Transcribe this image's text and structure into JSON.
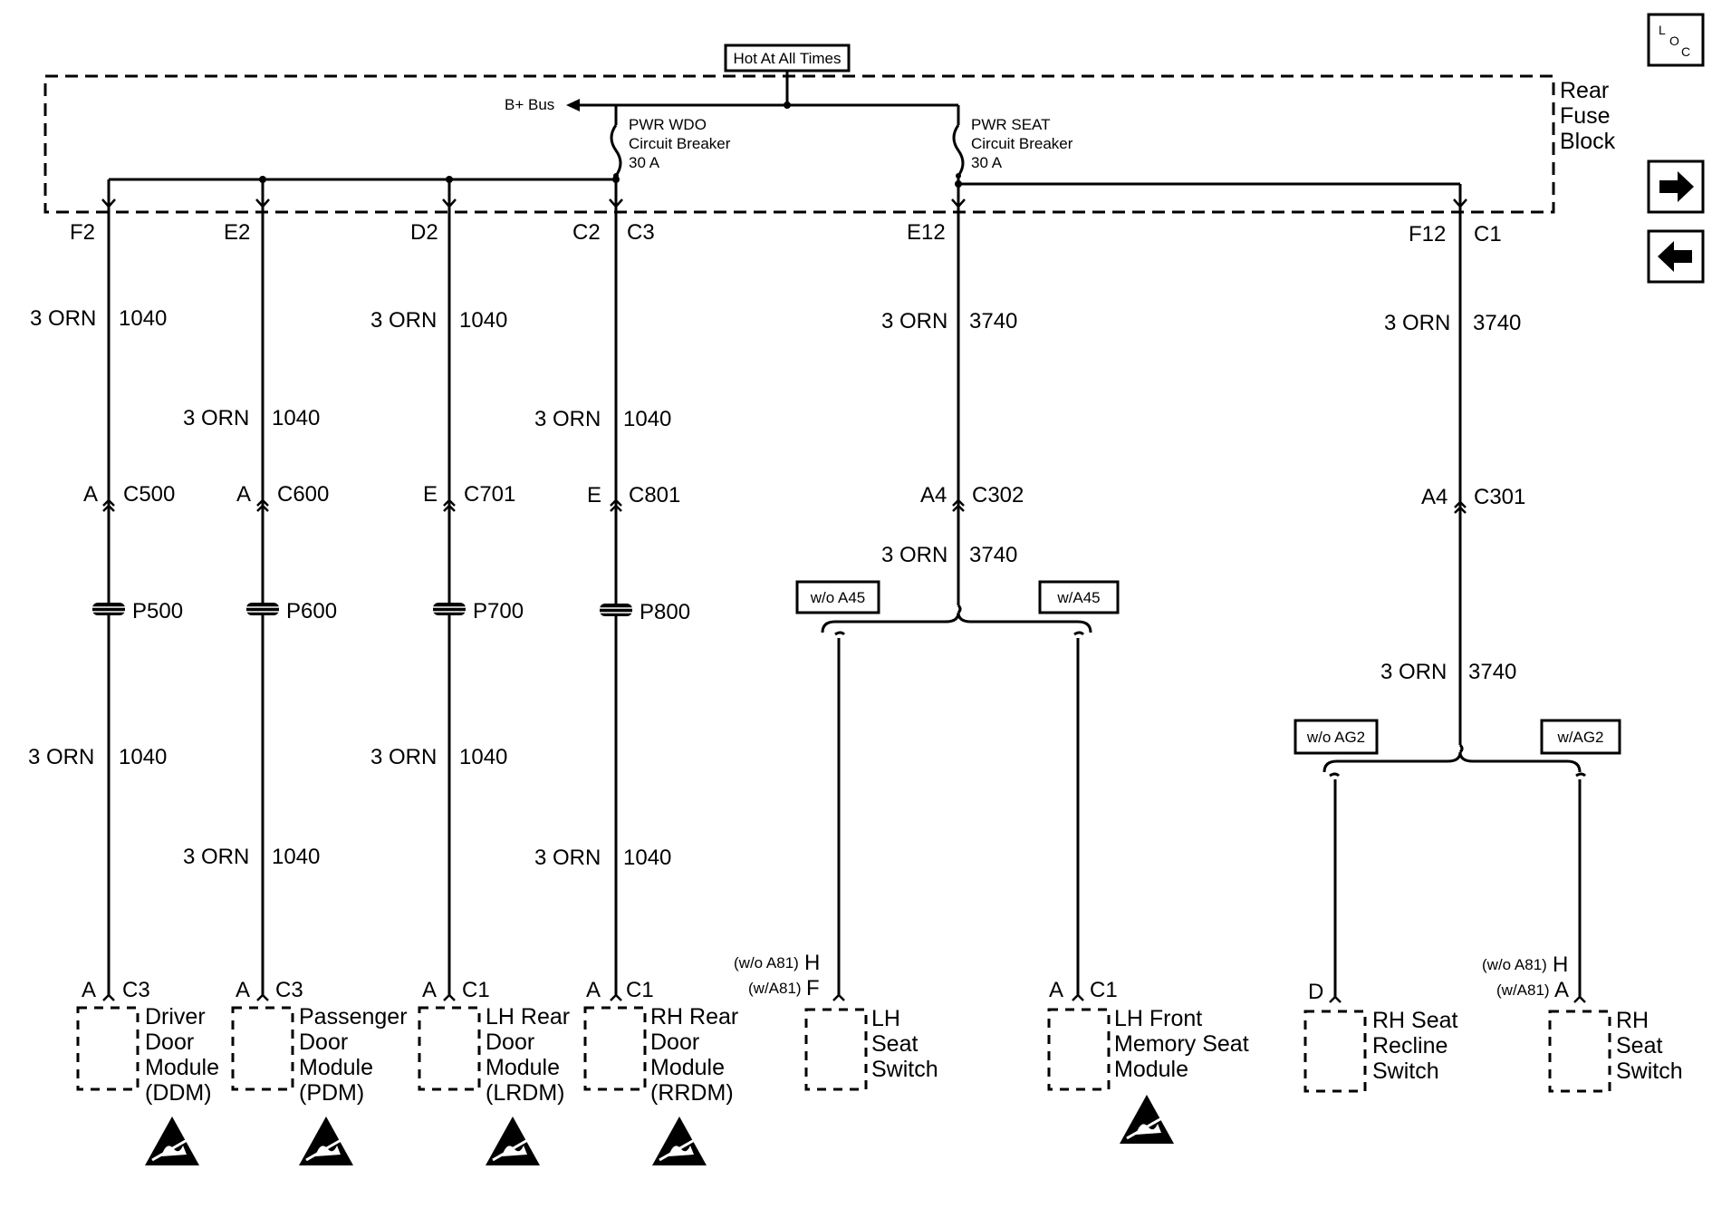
{
  "power": {
    "hot_label": "Hot At All Times",
    "b_bus": "B+ Bus",
    "fuse_block": [
      "Rear",
      "Fuse",
      "Block"
    ],
    "breaker_wdo": [
      "PWR WDO",
      "Circuit Breaker",
      "30 A"
    ],
    "breaker_seat": [
      "PWR SEAT",
      "Circuit Breaker",
      "30 A"
    ]
  },
  "loc_icon": "loc-icon",
  "nav": {
    "forward_icon": "arrow-right-icon",
    "back_icon": "arrow-left-icon"
  },
  "wire_label": "3 ORN",
  "pins": {
    "f2": "F2",
    "e2": "E2",
    "d2": "D2",
    "c2": "C2",
    "c3": "C3",
    "e12": "E12",
    "f12": "F12",
    "c1": "C1"
  },
  "circuits": {
    "c1040": "1040",
    "c3740": "3740"
  },
  "connectors": {
    "ddm": {
      "pin": "A",
      "conn": "C500",
      "splice": "P500",
      "end_pin": "A",
      "end_conn": "C3"
    },
    "pdm": {
      "pin": "A",
      "conn": "C600",
      "splice": "P600",
      "end_pin": "A",
      "end_conn": "C3"
    },
    "lrdm": {
      "pin": "E",
      "conn": "C701",
      "splice": "P700",
      "end_pin": "A",
      "end_conn": "C1"
    },
    "rrdm": {
      "pin": "E",
      "conn": "C801",
      "splice": "P800",
      "end_pin": "A",
      "end_conn": "C1"
    },
    "c302": {
      "pin": "A4",
      "conn": "C302"
    },
    "c301": {
      "pin": "A4",
      "conn": "C301"
    },
    "lh_memory": {
      "pin": "A",
      "conn": "C1"
    },
    "rh_recline": {
      "pin": "D"
    }
  },
  "options": {
    "wo_a45": "w/o A45",
    "w_a45": "w/A45",
    "wo_ag2": "w/o AG2",
    "w_ag2": "w/AG2",
    "wo_a81": "(w/o A81)",
    "w_a81": "(w/A81)",
    "lh_pin_wo": "H",
    "lh_pin_w": "F",
    "rh_pin_wo": "H",
    "rh_pin_w": "A"
  },
  "components": {
    "ddm": [
      "Driver",
      "Door",
      "Module",
      "(DDM)"
    ],
    "pdm": [
      "Passenger",
      "Door",
      "Module",
      "(PDM)"
    ],
    "lrdm": [
      "LH Rear",
      "Door",
      "Module",
      "(LRDM)"
    ],
    "rrdm": [
      "RH Rear",
      "Door",
      "Module",
      "(RRDM)"
    ],
    "lh_seat": [
      "LH",
      "Seat",
      "Switch"
    ],
    "lh_memory": [
      "LH Front",
      "Memory Seat",
      "Module"
    ],
    "rh_recline": [
      "RH Seat",
      "Recline",
      "Switch"
    ],
    "rh_seat": [
      "RH",
      "Seat",
      "Switch"
    ]
  },
  "esd_icon": "esd-sensitive-icon"
}
